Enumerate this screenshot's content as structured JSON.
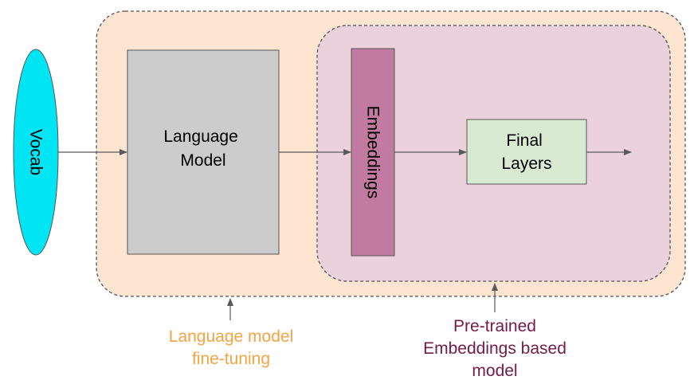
{
  "nodes": {
    "vocab": "Vocab",
    "language_model": [
      "Language",
      "Model"
    ],
    "embeddings": "Embeddings",
    "final_layers": [
      "Final",
      "Layers"
    ]
  },
  "captions": {
    "lm_finetuning": [
      "Language model",
      "fine-tuning"
    ],
    "pretrained_embeddings": [
      "Pre-trained",
      "Embeddings based",
      "model"
    ]
  },
  "colors": {
    "outer_region_fill": "#fde5d2",
    "inner_region_fill": "#ead1dc",
    "vocab_fill": "#00e5f4",
    "language_model_fill": "#cccccc",
    "embeddings_fill": "#c27ba0",
    "final_layers_fill": "#d9ead3",
    "lm_caption_color": "#f6a343",
    "pretrained_caption_color": "#741b47",
    "arrow_color": "#595959"
  }
}
